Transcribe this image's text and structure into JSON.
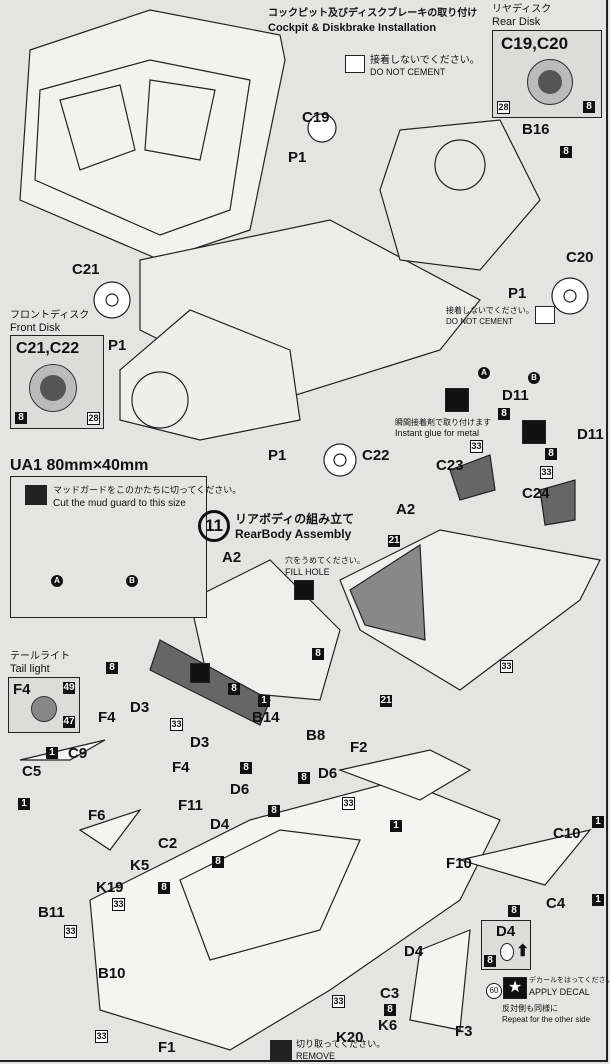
{
  "header": {
    "title_jp": "コックピット及びディスクブレーキの取り付け",
    "title_en": "Cockpit & Diskbrake Installation"
  },
  "notes": {
    "do_not_cement_jp": "接着しないでください。",
    "do_not_cement_en": "DO NOT CEMENT",
    "instant_glue_jp": "瞬間接着剤で取り付けます",
    "instant_glue_en": "Instant glue for metal",
    "fill_hole_jp": "穴をうめてください。",
    "fill_hole_en": "FILL HOLE",
    "apply_decal_jp": "デカールをはってください。",
    "apply_decal_en": "APPLY DECAL",
    "repeat_jp": "反対側も同様に",
    "repeat_en": "Repeat for the other side",
    "remove_jp": "切り取ってください。",
    "remove_en": "REMOVE"
  },
  "rear_disk": {
    "title_jp": "リヤディスク",
    "title_en": "Rear Disk",
    "parts": "C19,C20",
    "colors": [
      "28",
      "8"
    ]
  },
  "front_disk": {
    "title_jp": "フロントディスク",
    "title_en": "Front Disk",
    "parts": "C21,C22",
    "colors": [
      "8",
      "28"
    ]
  },
  "mud_guard": {
    "title": "UA1  80mm×40mm",
    "note_jp": "マッドガードをこのかたちに切ってください。",
    "note_en": "Cut the mud guard to this size",
    "a": "A",
    "b": "B"
  },
  "tail_light": {
    "title_jp": "テールライト",
    "title_en": "Tail light",
    "part": "F4",
    "colors": [
      "49",
      "47"
    ]
  },
  "step": {
    "number": "11",
    "title_jp": "リアボディの組み立て",
    "title_en": "RearBody Assembly"
  },
  "d4_box": {
    "part": "D4",
    "color": "8"
  },
  "decal_number": "60",
  "parts": [
    "C19",
    "P1",
    "C21",
    "P1",
    "C20",
    "P1",
    "B16",
    "C22",
    "P1",
    "D11",
    "D11",
    "C23",
    "C24",
    "A2",
    "A2",
    "B14",
    "B8",
    "F4",
    "D3",
    "D3",
    "F4",
    "C9",
    "C5",
    "D6",
    "D4",
    "F11",
    "D6",
    "F2",
    "C2",
    "F6",
    "K5",
    "K19",
    "B11",
    "B10",
    "F1",
    "K20",
    "K6",
    "C3",
    "D4",
    "F10",
    "C10",
    "C4",
    "F3"
  ],
  "circled": [
    "A",
    "B"
  ],
  "badges": [
    "8",
    "8",
    "8",
    "8",
    "8",
    "33",
    "33",
    "21",
    "21",
    "33",
    "1",
    "1",
    "33",
    "8",
    "8",
    "8",
    "8",
    "1",
    "1",
    "8",
    "33",
    "33",
    "8",
    "33",
    "33",
    "8",
    "8",
    "1",
    "1",
    "33"
  ]
}
